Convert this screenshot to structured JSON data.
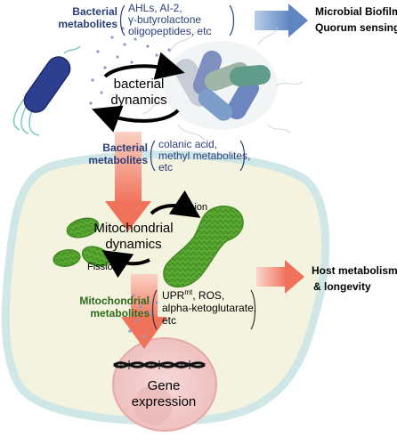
{
  "colors": {
    "bacterial_text": "#2b3f7a",
    "mito_text": "#2f6a1e",
    "cell_fill": "#f3f3df",
    "cell_border": "#cfe7e6",
    "nucleus_fill": "#f4cfcf",
    "mito_green": "#5aa832",
    "salmon_arrow": "#f0725a",
    "blue_arrow": "#6a8fc7",
    "bacterium_blue": "#2e3f8f"
  },
  "top": {
    "bacterial_metabolites_label": [
      "Bacterial",
      "metabolites"
    ],
    "examples": [
      "AHLs, AI-2,",
      "γ-butyrolactone",
      "oligopeptides, etc"
    ],
    "bacterial_dynamics": [
      "bacterial",
      "dynamics"
    ],
    "outcome": [
      "Microbial Biofilm",
      "Quorum sensing"
    ]
  },
  "middle": {
    "bacterial_metabolites_label": [
      "Bacterial",
      "metabolites"
    ],
    "examples": [
      "colanic acid,",
      "methyl metabolites,",
      "etc"
    ]
  },
  "cell": {
    "fusion": "Fusion",
    "fission": "Fission",
    "mito_dynamics": [
      "Mitochondrial",
      "dynamics"
    ],
    "mito_metabolites_label": [
      "Mitochondrial",
      "metabolites"
    ],
    "mito_examples": {
      "upr_base": "UPR",
      "upr_sup": "mt",
      "upr_rest": ", ROS,",
      "line2": "alpha-ketoglutarate,",
      "line3": "etc"
    },
    "gene_expression": [
      "Gene",
      "expression"
    ]
  },
  "host_outcome": [
    "Host metabolism",
    "& longevity"
  ]
}
